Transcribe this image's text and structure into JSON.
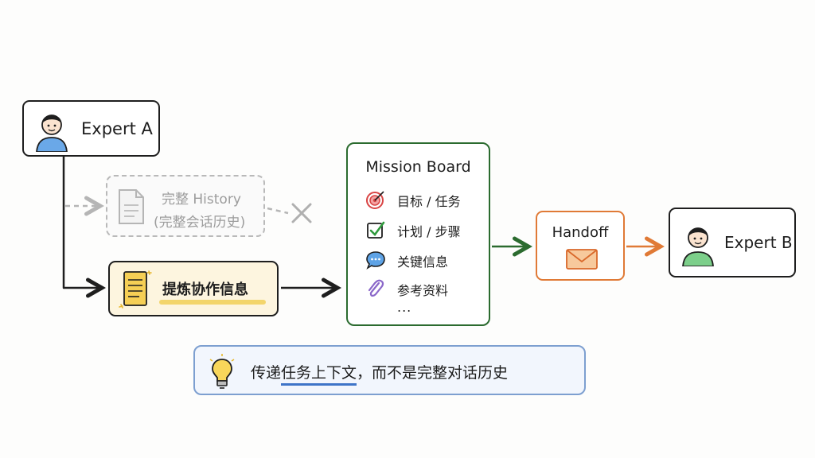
{
  "expert_a": {
    "label": "Expert A"
  },
  "history": {
    "line1": "完整 History",
    "line2": "(完整会话历史)"
  },
  "refine": {
    "label": "提炼协作信息"
  },
  "mission_board": {
    "title": "Mission Board",
    "items": [
      {
        "label": "目标 / 任务",
        "icon": "target-icon"
      },
      {
        "label": "计划 / 步骤",
        "icon": "checkbox-icon"
      },
      {
        "label": "关键信息",
        "icon": "speech-bubble-icon"
      },
      {
        "label": "参考资料",
        "icon": "paperclip-icon"
      }
    ],
    "more": "..."
  },
  "handoff": {
    "label": "Handoff",
    "icon": "envelope-icon"
  },
  "expert_b": {
    "label": "Expert B"
  },
  "tip": {
    "icon": "lightbulb-icon",
    "prefix": "传递 ",
    "highlight": "任务上下文",
    "suffix": "，而不是完整对话历史"
  },
  "colors": {
    "mission_border": "#2b6b2f",
    "handoff_border": "#e07a36",
    "refine_fill": "#fdf5df",
    "tip_border": "#7d9fd0",
    "history_gray": "#b9b9b9"
  }
}
